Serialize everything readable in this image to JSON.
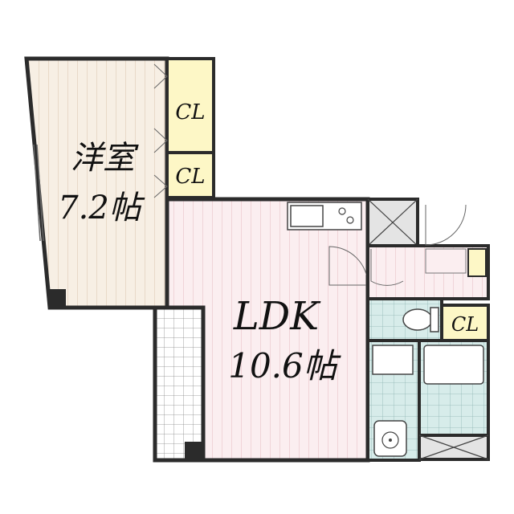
{
  "rooms": {
    "western_room": {
      "name": "洋室",
      "size": "7.2帖"
    },
    "ldk": {
      "name": "LDK",
      "size": "10.6帖"
    }
  },
  "closets": {
    "cl_upper": "CL",
    "cl_lower": "CL",
    "cl_right": "CL"
  },
  "colors": {
    "wall": "#2b2b2b",
    "western_floor": "#f7efe4",
    "ldk_floor": "#fbeef0",
    "closet": "#fdf7c6",
    "wet_area": "#d7ecea",
    "balcony": "#ffffff",
    "storage": "#e4e4e4"
  }
}
